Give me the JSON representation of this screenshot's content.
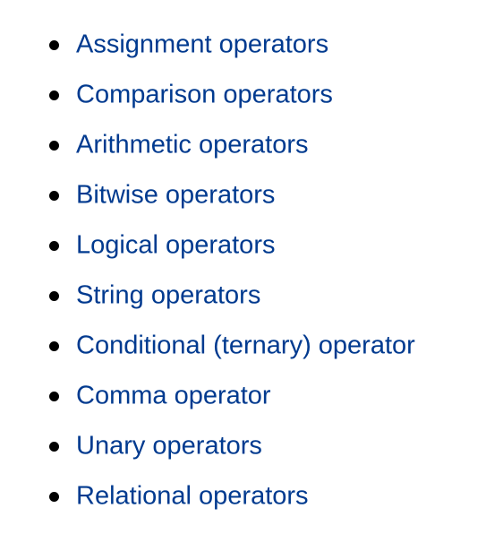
{
  "colors": {
    "link": "#003a8f",
    "bullet": "#000000",
    "background": "#ffffff"
  },
  "operator_list": {
    "items": [
      {
        "label": "Assignment operators"
      },
      {
        "label": "Comparison operators"
      },
      {
        "label": "Arithmetic operators"
      },
      {
        "label": "Bitwise operators"
      },
      {
        "label": "Logical operators"
      },
      {
        "label": "String operators"
      },
      {
        "label": "Conditional (ternary) operator"
      },
      {
        "label": "Comma operator"
      },
      {
        "label": "Unary operators"
      },
      {
        "label": "Relational operators"
      }
    ]
  }
}
